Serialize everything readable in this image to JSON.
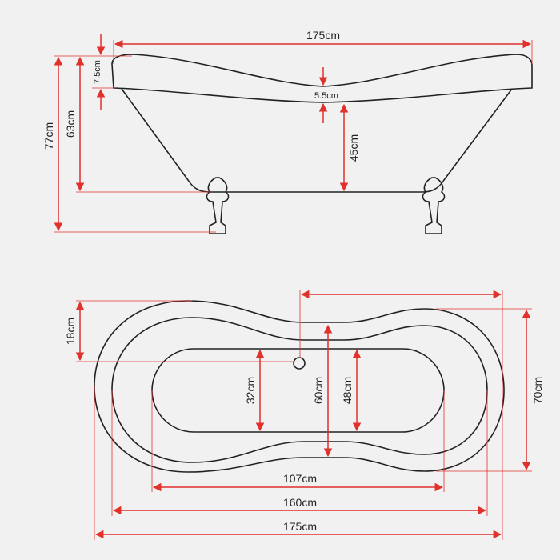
{
  "side_view": {
    "length_label": "175cm",
    "total_height_label": "77cm",
    "rim_height_label": "63cm",
    "rim_thickness_label": "7.5cm",
    "center_rim_label": "5.5cm",
    "body_depth_label": "45cm"
  },
  "plan_view": {
    "drain_offset_label": "18cm",
    "inner_width_label": "32cm",
    "middle_width_label": "60cm",
    "basin_width_label": "48cm",
    "outer_width_label": "70cm",
    "inner_length_label": "107cm",
    "middle_length_label": "160cm",
    "outer_length_label": "175cm"
  },
  "colors": {
    "dimension": "#e0312b",
    "outline": "#222222",
    "background": "#f1f1f1"
  }
}
